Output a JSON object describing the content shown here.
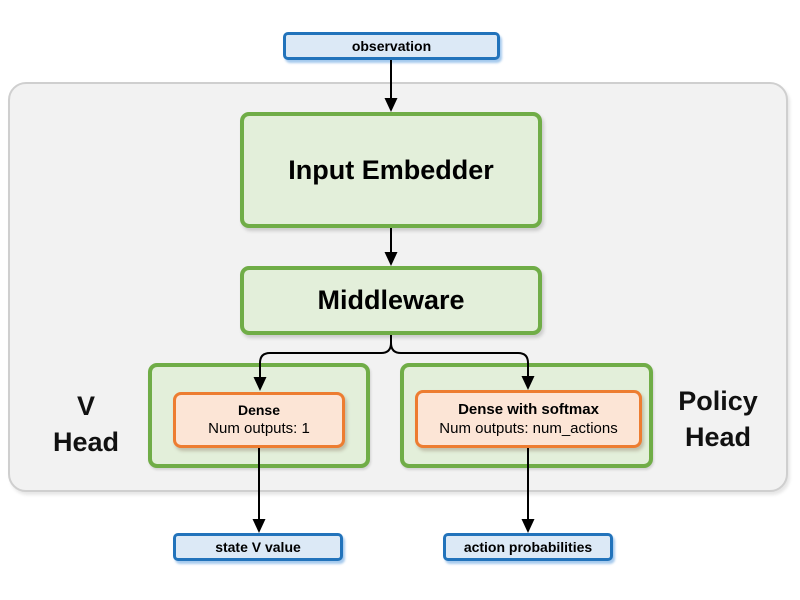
{
  "colors": {
    "blue_border": "#2273bb",
    "blue_fill": "#dce9f6",
    "green_border": "#70ad47",
    "green_fill": "#e3efda",
    "orange_border": "#ed7d31",
    "orange_fill": "#fce5d6",
    "container_fill": "#f2f2f2",
    "arrow": "#000000"
  },
  "nodes": {
    "observation": {
      "label": "observation"
    },
    "input_embedder": {
      "label": "Input Embedder"
    },
    "middleware": {
      "label": "Middleware"
    },
    "v_head": {
      "line1": "V",
      "line2": "Head"
    },
    "v_dense": {
      "title": "Dense",
      "subtitle": "Num outputs: 1"
    },
    "policy_head": {
      "line1": "Policy",
      "line2": "Head"
    },
    "policy_dense": {
      "title": "Dense with softmax",
      "subtitle": "Num outputs: num_actions"
    },
    "state_v_value": {
      "label": "state V value"
    },
    "action_probabilities": {
      "label": "action probabilities"
    }
  },
  "edges": [
    {
      "from": "observation",
      "to": "input_embedder"
    },
    {
      "from": "input_embedder",
      "to": "middleware"
    },
    {
      "from": "middleware",
      "to": "v_dense"
    },
    {
      "from": "middleware",
      "to": "policy_dense"
    },
    {
      "from": "v_dense",
      "to": "state_v_value"
    },
    {
      "from": "policy_dense",
      "to": "action_probabilities"
    }
  ]
}
